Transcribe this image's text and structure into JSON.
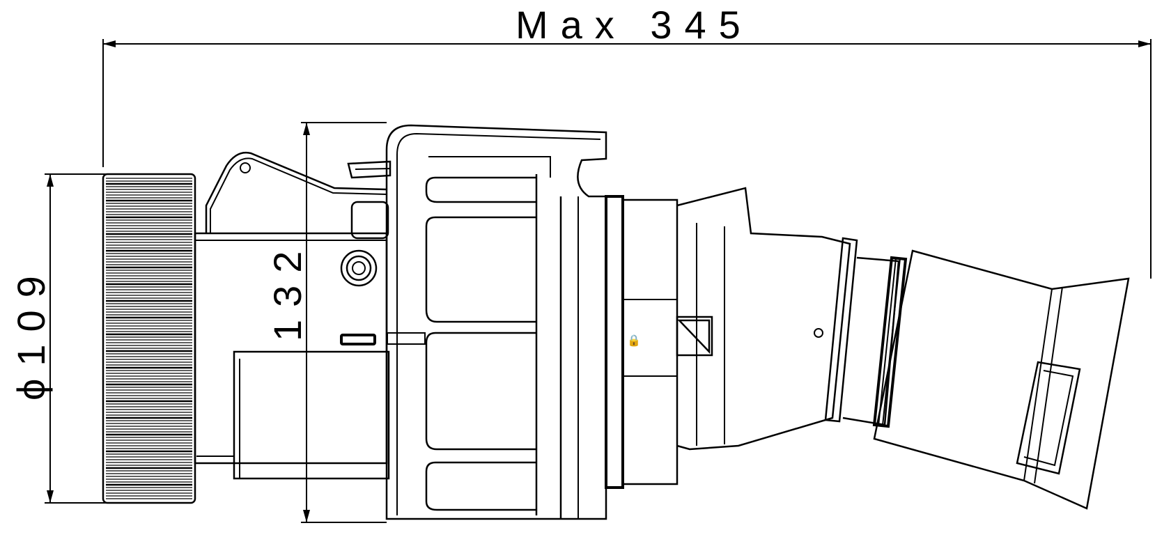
{
  "dimensions": {
    "overall_length": "Max 345",
    "diameter": "ϕ109",
    "height": "132"
  },
  "colors": {
    "line": "#000000",
    "background": "#ffffff"
  }
}
